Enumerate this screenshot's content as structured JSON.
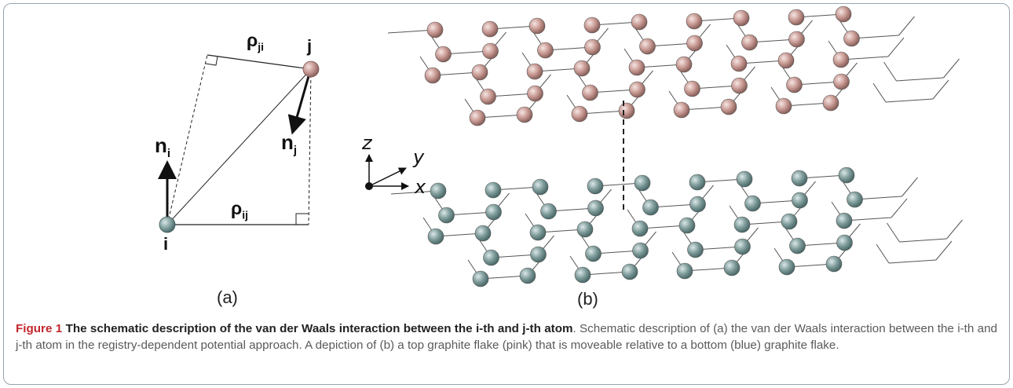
{
  "panel_a": {
    "label": "(a)",
    "atom_i_label": "i",
    "atom_j_label": "j",
    "n_i": {
      "base": "n",
      "sub": "i"
    },
    "n_j": {
      "base": "n",
      "sub": "j"
    },
    "rho_ij": {
      "base": "ρ",
      "sub": "ij"
    },
    "rho_ji": {
      "base": "ρ",
      "sub": "ji"
    }
  },
  "panel_b": {
    "label": "(b)",
    "axis_z": "z",
    "axis_y": "y",
    "axis_x": "x",
    "top_flake_color": "#c99a94",
    "bottom_flake_color": "#7f9c9b"
  },
  "caption": {
    "figure_number": "Figure 1",
    "title": "The schematic description of the van der Waals interaction between the i-th and j-th atom",
    "body": ". Schematic description of (a) the van der Waals interaction between the i-th and j-th atom in the registry-dependent potential approach. A depiction of (b) a top graphite flake (pink) that is moveable relative to a bottom (blue) graphite flake."
  }
}
